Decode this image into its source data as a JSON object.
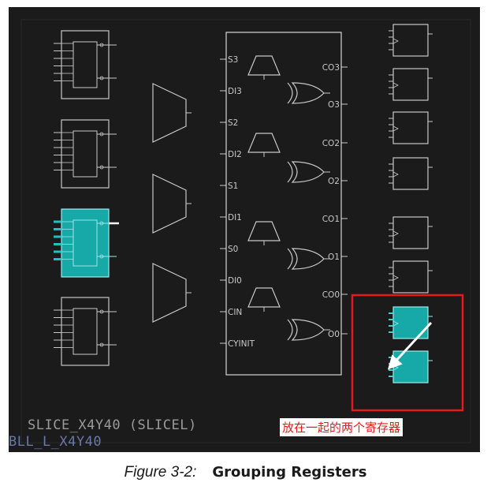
{
  "slice": {
    "name": "SLICE_X4Y40 (SLICEL)",
    "tile": "BLL_L_X4Y40"
  },
  "carry_chain": {
    "left_pins": [
      "S3",
      "DI3",
      "S2",
      "DI2",
      "S1",
      "DI1",
      "S0",
      "DI0",
      "CIN",
      "CYINIT"
    ],
    "right_pins": [
      "CO3",
      "O3",
      "CO2",
      "O2",
      "CO1",
      "O1",
      "CO0",
      "O0"
    ]
  },
  "annotation": {
    "text": "放在一起的两个寄存器",
    "highlight_color": "#e31b1b",
    "register_color": "#17a8a8",
    "arrow_color": "#ffffff"
  },
  "figure": {
    "number": "Figure 3-2:",
    "title": "Grouping Registers"
  },
  "colors": {
    "background": "#1b1b1b",
    "outline": "#c8c8c8",
    "selected": "#17a8a8"
  }
}
